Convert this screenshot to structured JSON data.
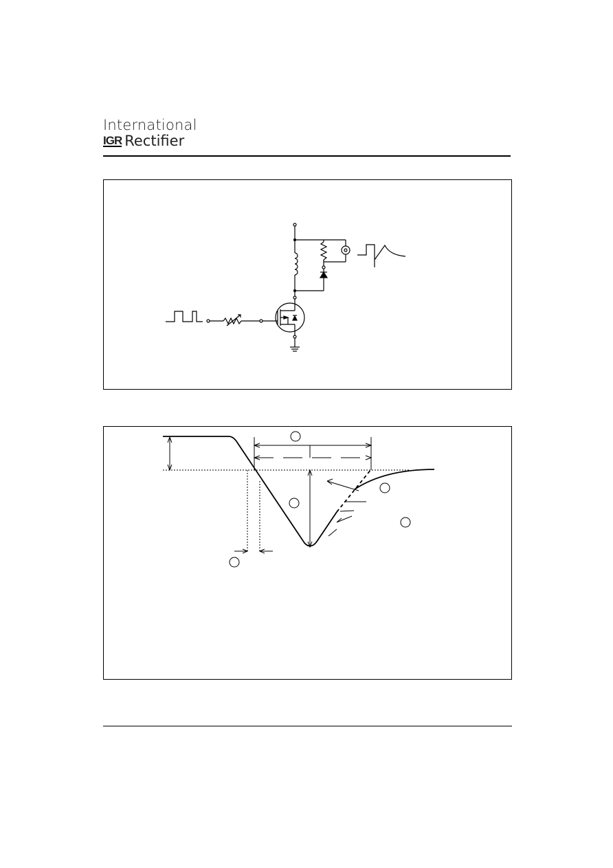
{
  "header": {
    "brand_line1": "International",
    "brand_mark": "IGR",
    "brand_line2": "Rectifier"
  },
  "figures": [
    {
      "id": "test-circuit",
      "kind": "schematic"
    },
    {
      "id": "switching-waveform",
      "kind": "waveform"
    }
  ],
  "colors": {
    "ink": "#000000",
    "background": "#ffffff"
  }
}
